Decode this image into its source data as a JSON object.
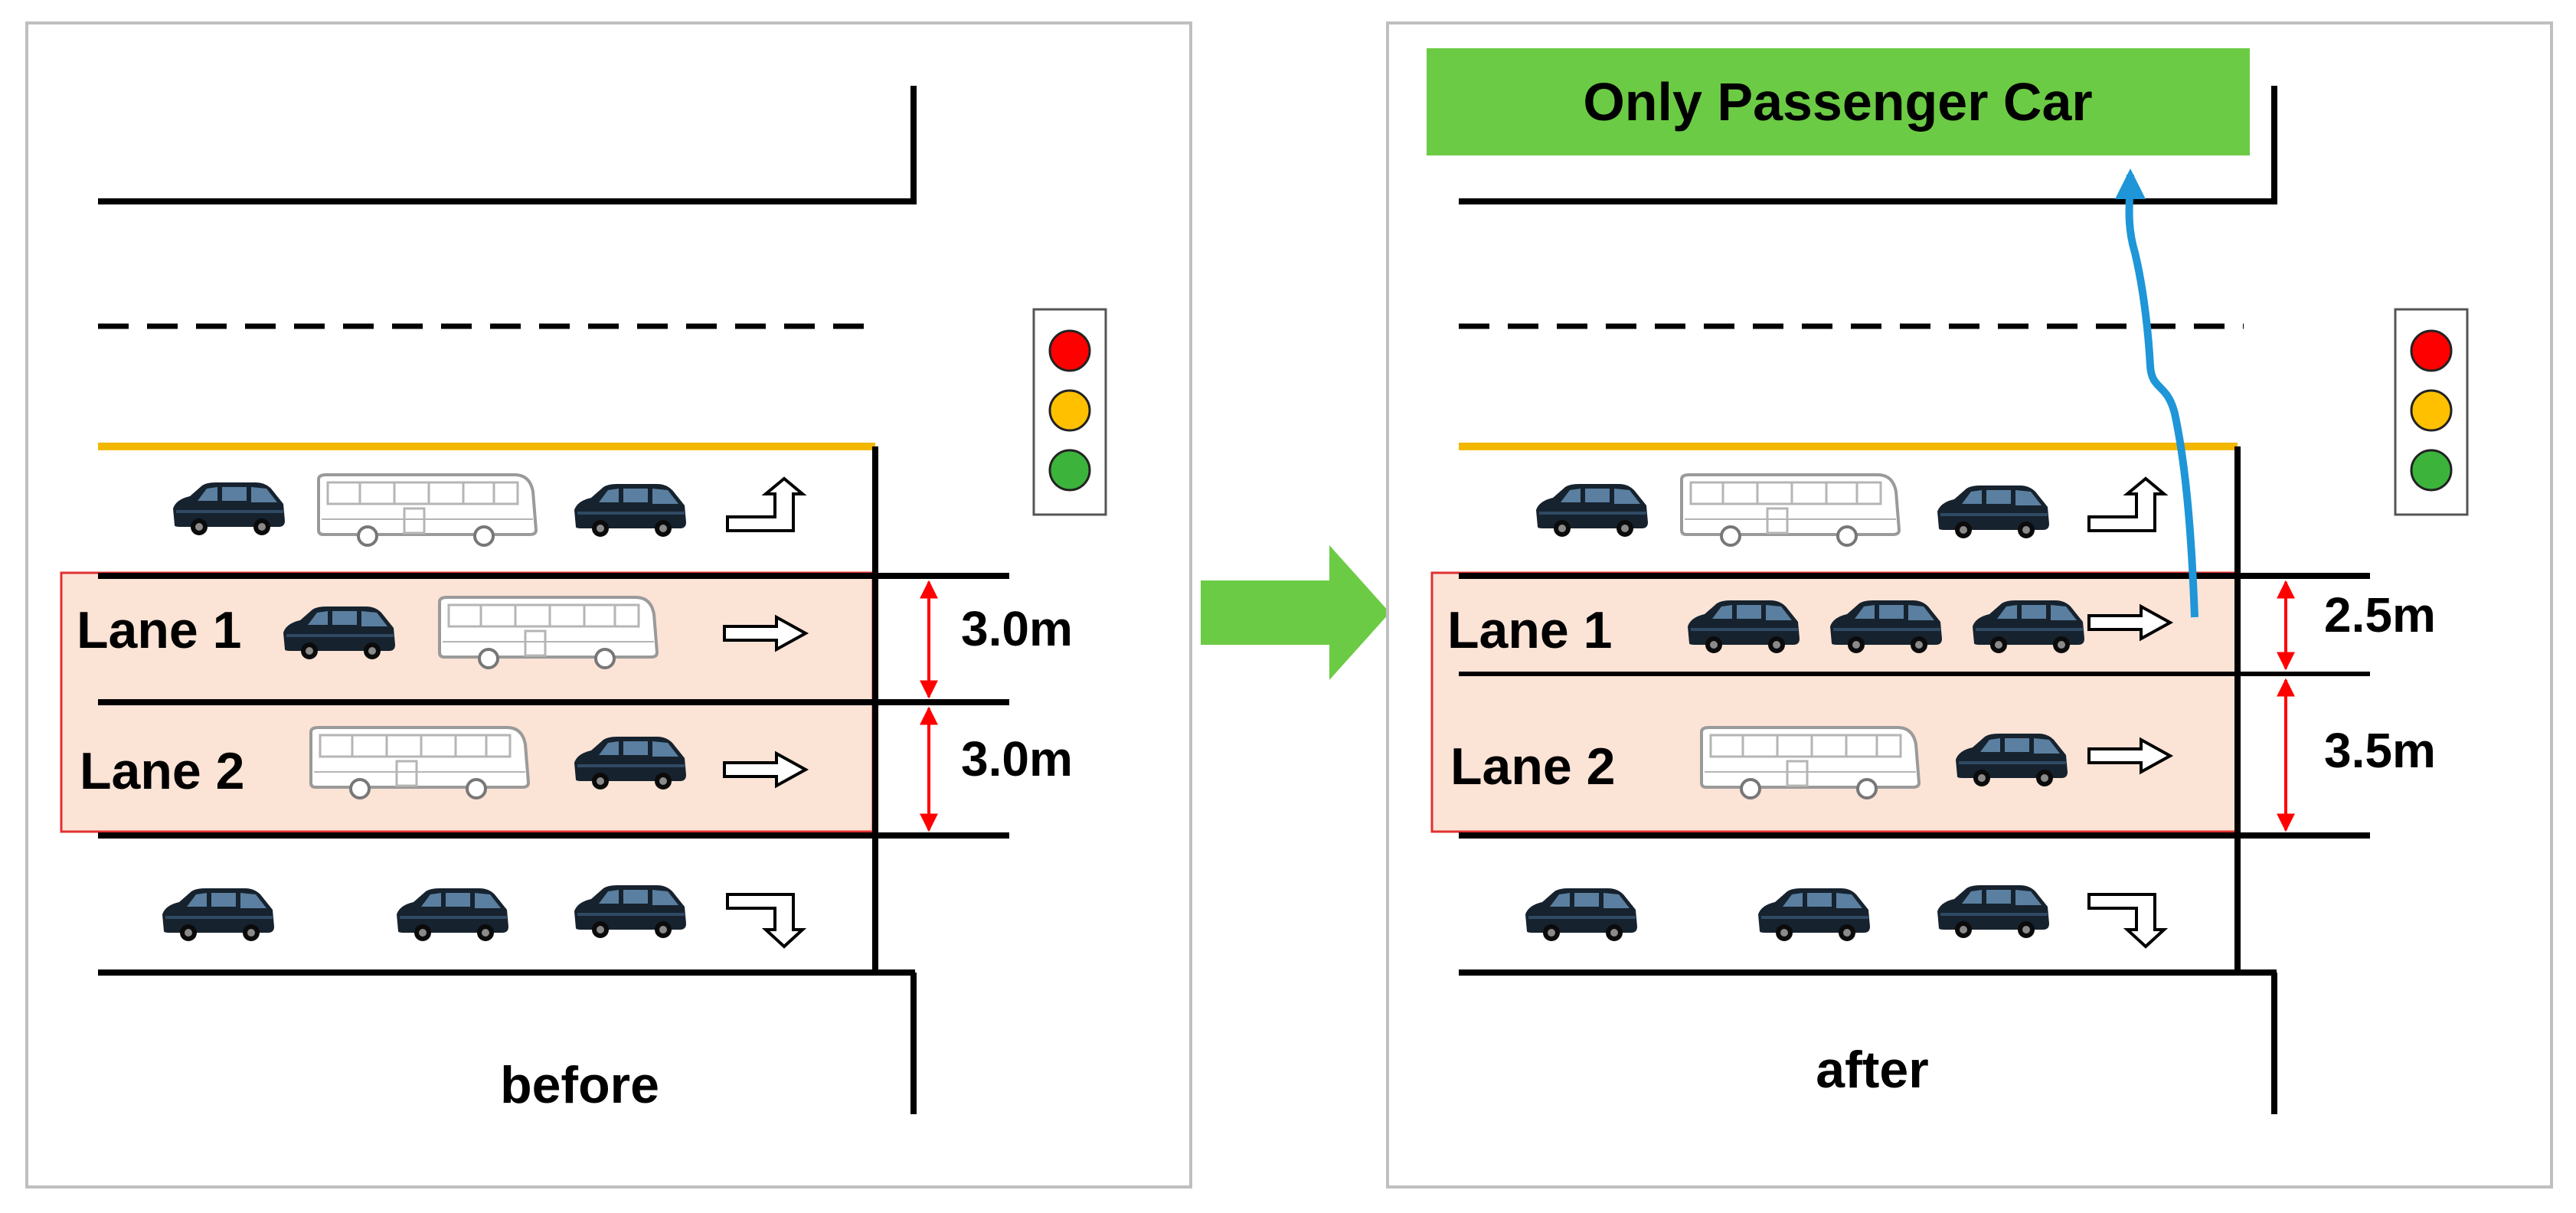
{
  "panels": {
    "before": {
      "caption": "before",
      "lane1_label": "Lane 1",
      "lane2_label": "Lane 2",
      "lane1_width": "3.0m",
      "lane2_width": "3.0m"
    },
    "after": {
      "caption": "after",
      "lane1_label": "Lane 1",
      "lane2_label": "Lane 2",
      "lane1_width": "2.5m",
      "lane2_width": "3.5m",
      "sign_text": "Only Passenger Car"
    }
  },
  "colors": {
    "highlight": "#fbe3d6",
    "highlight_border": "#e03030",
    "centerline": "#f2b700",
    "dimension": "#ff0000",
    "transition_arrow": "#6ccb45",
    "sign": "#6ccb45",
    "pointer": "#1e96d8",
    "light_red": "#ff0000",
    "light_yellow": "#ffc000",
    "light_green": "#3cb43c",
    "car_body": "#16222e",
    "bus_outline": "#9a9a9a"
  },
  "icons": [
    "car-icon",
    "bus-icon",
    "arrow-right-icon",
    "turn-left-arrow-icon",
    "turn-right-arrow-icon",
    "traffic-light-icon",
    "transition-arrow-icon"
  ]
}
